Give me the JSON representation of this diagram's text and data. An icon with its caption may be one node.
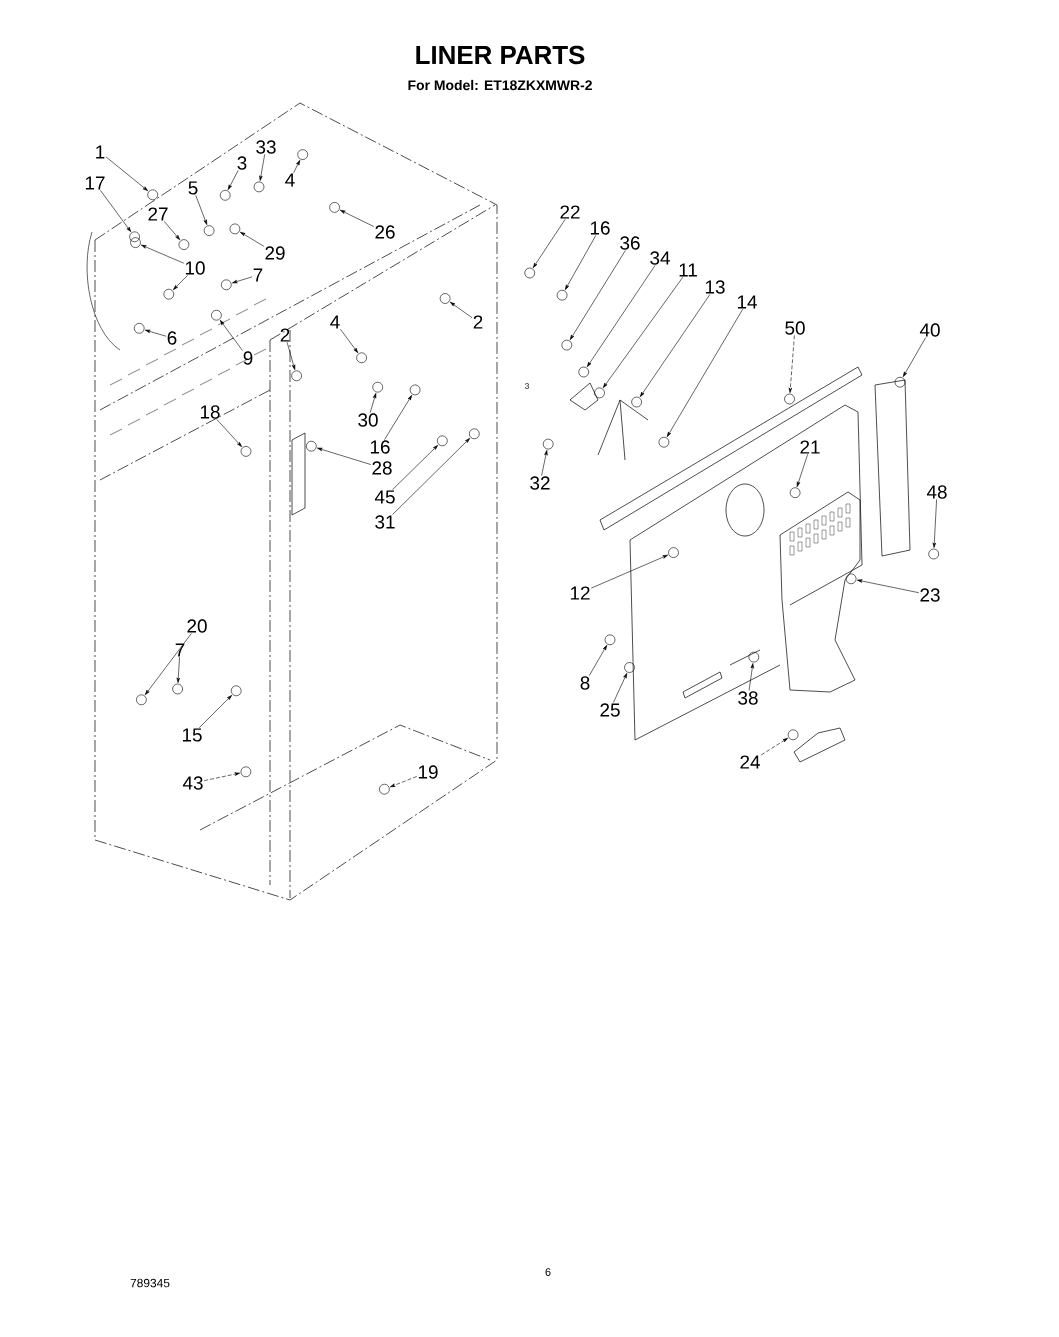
{
  "diagram": {
    "title": "LINER PARTS",
    "nodes": [
      {
        "text": [
          "1"
        ]
      },
      {
        "text": [
          "33"
        ]
      },
      {
        "text": [
          "3"
        ]
      },
      {
        "text": [
          "4"
        ]
      },
      {
        "text": [
          "17"
        ]
      },
      {
        "text": [
          "5"
        ]
      },
      {
        "text": [
          "27"
        ]
      },
      {
        "text": [
          "22"
        ]
      },
      {
        "text": [
          "16"
        ]
      },
      {
        "text": [
          "26"
        ]
      },
      {
        "text": [
          "36"
        ]
      },
      {
        "text": [
          "29"
        ]
      },
      {
        "text": [
          "34"
        ]
      },
      {
        "text": [
          "10"
        ]
      },
      {
        "text": [
          "11"
        ]
      },
      {
        "text": [
          "7"
        ]
      },
      {
        "text": [
          "13"
        ]
      },
      {
        "text": [
          "14"
        ]
      },
      {
        "text": [
          "2"
        ]
      },
      {
        "text": [
          "4"
        ]
      },
      {
        "text": [
          "50"
        ]
      },
      {
        "text": [
          "40"
        ]
      },
      {
        "text": [
          "2"
        ]
      },
      {
        "text": [
          "6"
        ]
      },
      {
        "text": [
          "9"
        ]
      },
      {
        "text": [
          "18"
        ]
      },
      {
        "text": [
          "30"
        ]
      },
      {
        "text": [
          "16"
        ]
      },
      {
        "text": [
          "21"
        ]
      },
      {
        "text": [
          "28"
        ]
      },
      {
        "text": [
          "32"
        ]
      },
      {
        "text": [
          "48"
        ]
      },
      {
        "text": [
          "45"
        ]
      },
      {
        "text": [
          "31"
        ]
      },
      {
        "text": [
          "12"
        ]
      },
      {
        "text": [
          "23"
        ]
      },
      {
        "text": [
          "20"
        ]
      },
      {
        "text": [
          "7"
        ]
      },
      {
        "text": [
          "8"
        ]
      },
      {
        "text": [
          "38"
        ]
      },
      {
        "text": [
          "25"
        ]
      },
      {
        "text": [
          "15"
        ]
      },
      {
        "text": [
          "24"
        ]
      },
      {
        "text": [
          "19"
        ]
      },
      {
        "text": [
          "43"
        ]
      },
      {
        "text": [],
        "shape": "circle"
      },
      {
        "text": [],
        "shape": "circle"
      },
      {
        "text": [],
        "shape": "circle"
      },
      {
        "text": [],
        "shape": "circle"
      },
      {
        "text": [],
        "shape": "circle"
      },
      {
        "text": [],
        "shape": "circle"
      },
      {
        "text": [],
        "shape": "circle"
      },
      {
        "text": [],
        "shape": "circle"
      },
      {
        "text": [],
        "shape": "circle"
      },
      {
        "text": [],
        "shape": "circle"
      },
      {
        "text": [],
        "shape": "circle"
      },
      {
        "text": [],
        "shape": "circle"
      },
      {
        "text": [],
        "shape": "circle"
      },
      {
        "text": [],
        "shape": "circle"
      },
      {
        "text": [],
        "shape": "circle"
      },
      {
        "text": [],
        "shape": "circle"
      },
      {
        "text": [],
        "shape": "circle"
      },
      {
        "text": [],
        "shape": "circle"
      },
      {
        "text": [],
        "shape": "circle"
      },
      {
        "text": [],
        "shape": "circle"
      },
      {
        "text": [],
        "shape": "circle"
      },
      {
        "text": [],
        "shape": "circle"
      },
      {
        "text": [],
        "shape": "circle"
      },
      {
        "text": [],
        "shape": "circle"
      },
      {
        "text": [],
        "shape": "circle"
      },
      {
        "text": [],
        "shape": "circle"
      },
      {
        "text": [],
        "shape": "circle"
      },
      {
        "text": [],
        "shape": "circle"
      },
      {
        "text": [],
        "shape": "circle"
      },
      {
        "text": [],
        "shape": "circle"
      },
      {
        "text": [],
        "shape": "circle"
      },
      {
        "text": [],
        "shape": "circle"
      },
      {
        "text": [],
        "shape": "circle"
      },
      {
        "text": [],
        "shape": "circle"
      },
      {
        "text": [],
        "shape": "circle"
      },
      {
        "text": [],
        "shape": "circle"
      },
      {
        "text": [],
        "shape": "circle"
      },
      {
        "text": [],
        "shape": "circle"
      },
      {
        "text": [],
        "shape": "circle"
      },
      {
        "text": [],
        "shape": "circle"
      },
      {
        "text": [],
        "shape": "circle"
      },
      {
        "text": [],
        "shape": "circle"
      },
      {
        "text": [],
        "shape": "circle"
      },
      {
        "text": [],
        "shape": "circle"
      },
      {
        "text": [],
        "shape": "circle"
      },
      {
        "text": [],
        "shape": "circle"
      }
    ],
    "edges": [
      {
        "from": 0,
        "to": 45,
        "arrow": "to"
      },
      {
        "from": 1,
        "to": 46,
        "arrow": "to"
      },
      {
        "from": 2,
        "to": 47,
        "arrow": "to"
      },
      {
        "from": 3,
        "to": 48,
        "arrow": "to"
      },
      {
        "from": 4,
        "to": 49,
        "arrow": "to"
      },
      {
        "from": 5,
        "to": 50,
        "arrow": "to"
      },
      {
        "from": 6,
        "to": 51,
        "arrow": "to"
      },
      {
        "from": 7,
        "to": 52,
        "arrow": "to"
      },
      {
        "from": 8,
        "to": 53,
        "arrow": "to"
      },
      {
        "from": 9,
        "to": 54,
        "arrow": "to"
      },
      {
        "from": 10,
        "to": 55,
        "arrow": "to"
      },
      {
        "from": 11,
        "to": 56,
        "arrow": "to"
      },
      {
        "from": 12,
        "to": 57,
        "arrow": "to"
      },
      {
        "from": 13,
        "to": 58,
        "arrow": "to"
      },
      {
        "from": 13,
        "to": 59,
        "arrow": "to"
      },
      {
        "from": 14,
        "to": 60,
        "arrow": "to"
      },
      {
        "from": 15,
        "to": 61,
        "arrow": "to"
      },
      {
        "from": 16,
        "to": 62,
        "arrow": "to"
      },
      {
        "from": 17,
        "to": 63,
        "arrow": "to"
      },
      {
        "from": 18,
        "to": 64,
        "arrow": "to"
      },
      {
        "from": 19,
        "to": 65,
        "arrow": "to"
      },
      {
        "from": 20,
        "to": 66,
        "arrow": "to",
        "style": "dashed"
      },
      {
        "from": 21,
        "to": 67,
        "arrow": "to"
      },
      {
        "from": 22,
        "to": 68,
        "arrow": "to"
      },
      {
        "from": 23,
        "to": 69,
        "arrow": "to"
      },
      {
        "from": 24,
        "to": 70,
        "arrow": "to"
      },
      {
        "from": 25,
        "to": 71,
        "arrow": "to"
      },
      {
        "from": 26,
        "to": 72,
        "arrow": "to"
      },
      {
        "from": 27,
        "to": 73,
        "arrow": "to"
      },
      {
        "from": 28,
        "to": 74,
        "arrow": "to"
      },
      {
        "from": 29,
        "to": 75,
        "arrow": "to"
      },
      {
        "from": 30,
        "to": 76,
        "arrow": "to"
      },
      {
        "from": 31,
        "to": 77,
        "arrow": "to"
      },
      {
        "from": 32,
        "to": 78,
        "arrow": "to"
      },
      {
        "from": 33,
        "to": 79,
        "arrow": "to"
      },
      {
        "from": 34,
        "to": 80,
        "arrow": "to"
      },
      {
        "from": 35,
        "to": 81,
        "arrow": "to"
      },
      {
        "from": 36,
        "to": 82,
        "arrow": "to"
      },
      {
        "from": 37,
        "to": 83,
        "arrow": "to"
      },
      {
        "from": 38,
        "to": 84,
        "arrow": "to"
      },
      {
        "from": 39,
        "to": 85,
        "arrow": "to"
      },
      {
        "from": 40,
        "to": 86,
        "arrow": "to"
      },
      {
        "from": 41,
        "to": 87,
        "arrow": "to"
      },
      {
        "from": 42,
        "to": 88,
        "arrow": "to",
        "style": "dashed"
      },
      {
        "from": 43,
        "to": 89,
        "arrow": "to",
        "style": "dashed"
      },
      {
        "from": 44,
        "to": 90,
        "arrow": "to",
        "style": "dashed"
      }
    ],
    "labels": [
      "For Model: ET18ZKXMWR-2",
      "3",
      "6",
      "789345"
    ]
  }
}
